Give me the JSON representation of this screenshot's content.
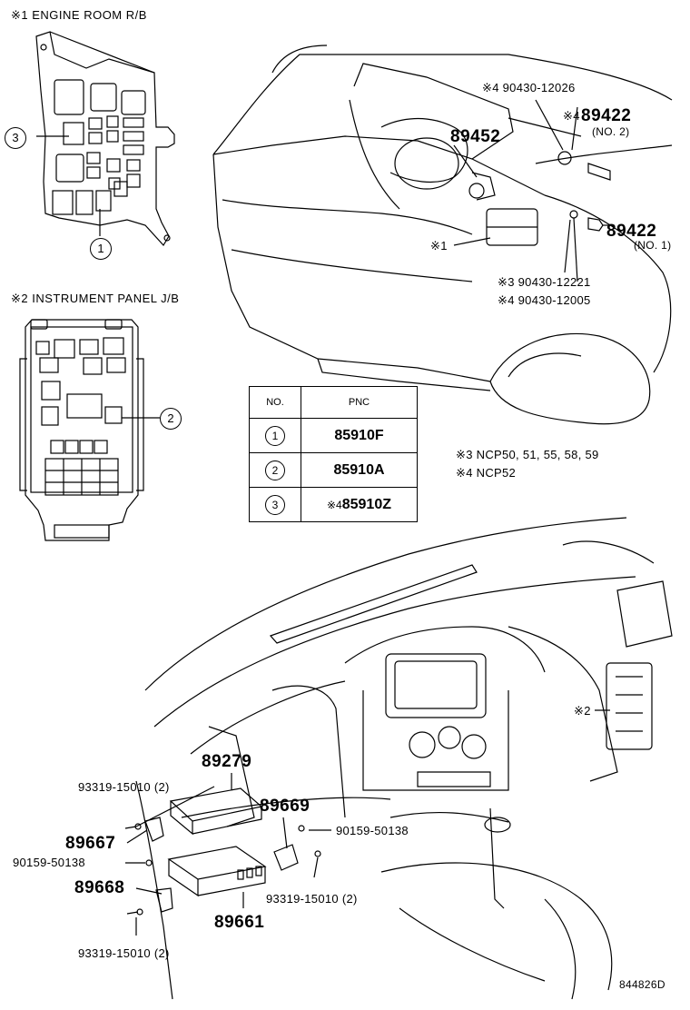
{
  "sections": {
    "engine_room_rb": "※1 ENGINE ROOM R/B",
    "instrument_panel_jb": "※2 INSTRUMENT PANEL J/B"
  },
  "callouts": {
    "c1": "1",
    "c2": "2",
    "c3": "3"
  },
  "engine_parts": {
    "p_90430_12026": "※4 90430-12026",
    "p_89422_no2_prefix": "※4",
    "p_89422_no2": "89422",
    "p_89422_no2_sub": "(NO. 2)",
    "p_89452": "89452",
    "p_89422_no1": "89422",
    "p_89422_no1_sub": "(NO. 1)",
    "p_x1": "※1",
    "p_90430_12221": "※3 90430-12221",
    "p_90430_12005": "※4 90430-12005"
  },
  "pnc_table": {
    "headers": [
      "NO.",
      "PNC"
    ],
    "rows": [
      {
        "no": "1",
        "pnc_prefix": "",
        "pnc": "85910F"
      },
      {
        "no": "2",
        "pnc_prefix": "",
        "pnc": "85910A"
      },
      {
        "no": "3",
        "pnc_prefix": "※4",
        "pnc": "85910Z"
      }
    ]
  },
  "notes": {
    "n3": "※3 NCP50, 51, 55, 58, 59",
    "n4": "※4 NCP52"
  },
  "dash_parts": {
    "x2": "※2",
    "p_89279": "89279",
    "p_93319_a": "93319-15010 (2)",
    "p_89669": "89669",
    "p_89667": "89667",
    "p_90159_a": "90159-50138",
    "p_90159_b": "90159-50138",
    "p_89668": "89668",
    "p_93319_b": "93319-15010 (2)",
    "p_89661": "89661",
    "p_93319_c": "93319-15010 (2)"
  },
  "figure_code": "844826D"
}
